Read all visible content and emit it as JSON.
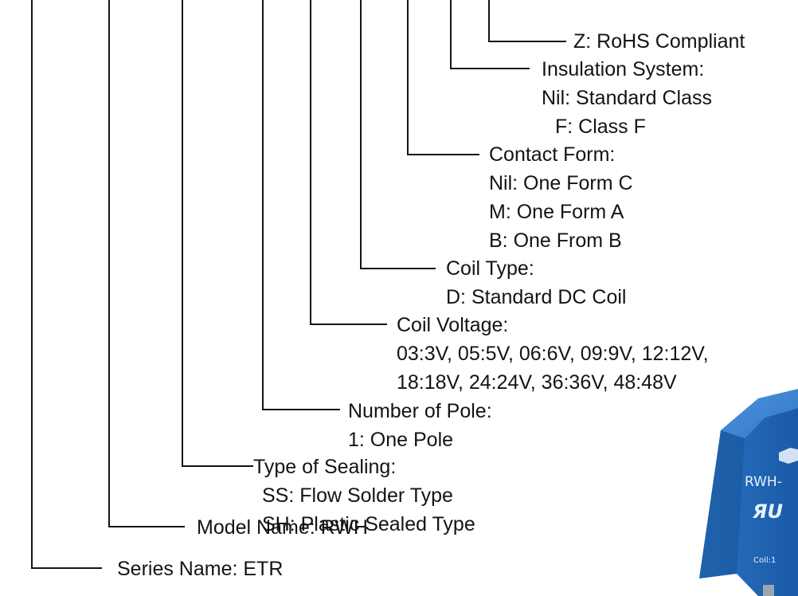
{
  "ordering_code_legend": {
    "rohs": "Z: RoHS Compliant",
    "insulation": {
      "heading": "Insulation System:",
      "options": [
        "Nil: Standard Class",
        "F: Class F"
      ]
    },
    "contact_form": {
      "heading": "Contact Form:",
      "options": [
        "Nil: One Form C",
        "M: One Form A",
        "B: One From B"
      ]
    },
    "coil_type": {
      "heading": "Coil Type:",
      "options": [
        "D: Standard DC Coil"
      ]
    },
    "coil_voltage": {
      "heading": "Coil Voltage:",
      "options": [
        "03:3V, 05:5V, 06:6V, 09:9V, 12:12V,",
        "18:18V, 24:24V, 36:36V, 48:48V"
      ]
    },
    "poles": {
      "heading": "Number of Pole:",
      "options": [
        "1: One Pole"
      ]
    },
    "sealing": {
      "heading": "Type of Sealing:",
      "options": [
        "SS: Flow Solder Type",
        "SH: Plastic Sealed Type"
      ]
    },
    "model": "Model Name: RWH",
    "series": "Series Name: ETR"
  },
  "relay_photo": {
    "body_color": "#1f63b3",
    "marking_text": "RWH-",
    "cert_mark": "ЯU",
    "coil_text": "Coil:1"
  }
}
